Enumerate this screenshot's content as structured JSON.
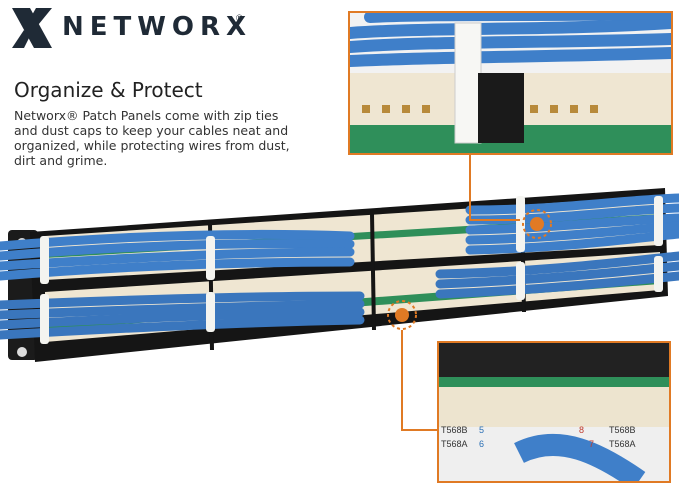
{
  "brand": {
    "wordmark": "NETWORX",
    "registered": "®",
    "logo_icon": "networx-x-mark-icon"
  },
  "content": {
    "headline": "Organize & Protect",
    "body": "Networx® Patch Panels come with zip ties and dust caps to keep your cables neat and organized, while protecting wires from dust, dirt and grime."
  },
  "labels": {
    "t568b_1": "T568B",
    "t568a_1": "T568A",
    "t568b_2": "T568B",
    "t568a_2": "T568A",
    "pin_a": "5",
    "pin_b": "8",
    "pin_c": "7",
    "pin_d": "6"
  },
  "colors": {
    "accent": "#e07a24",
    "cable": "#3f7fc9",
    "panel": "#1a1a1a",
    "jack": "#efe6d2",
    "board": "#2f8f5a",
    "logo": "#1f2a36"
  }
}
